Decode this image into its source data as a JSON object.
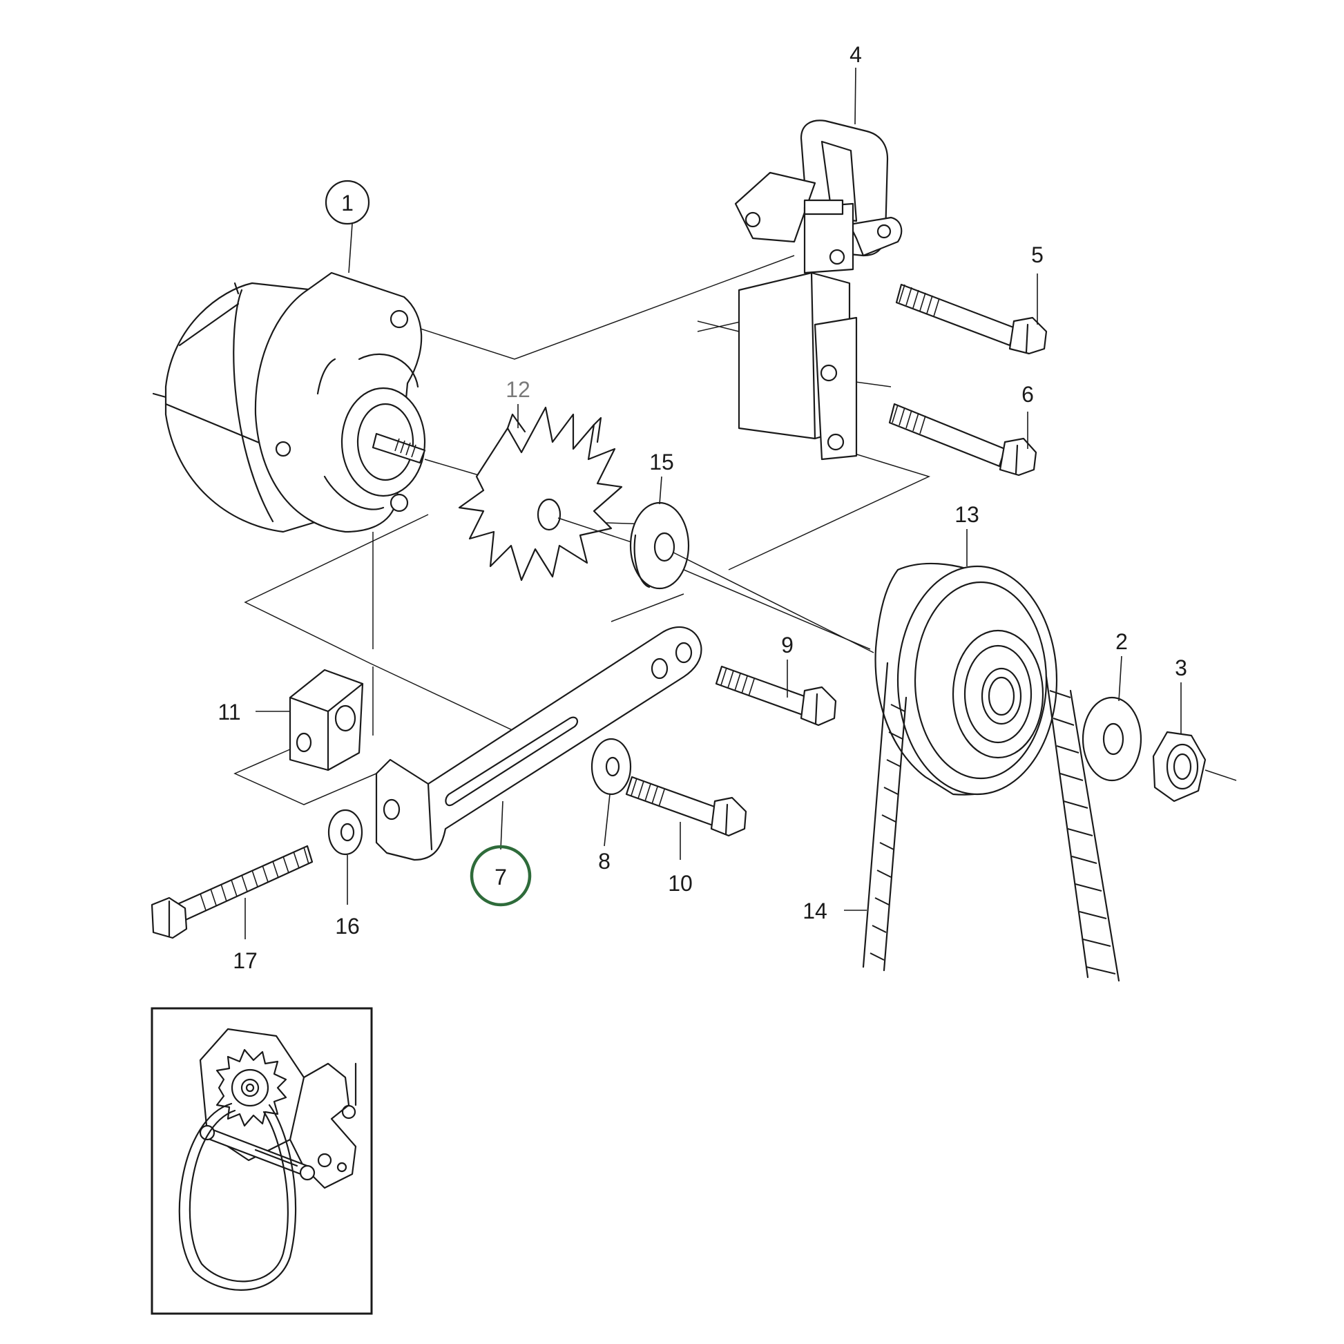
{
  "diagram": {
    "callouts": [
      {
        "id": "c1",
        "text": "1"
      },
      {
        "id": "c2",
        "text": "2"
      },
      {
        "id": "c3",
        "text": "3"
      },
      {
        "id": "c4",
        "text": "4"
      },
      {
        "id": "c5",
        "text": "5"
      },
      {
        "id": "c6",
        "text": "6"
      },
      {
        "id": "c7",
        "text": "7"
      },
      {
        "id": "c8",
        "text": "8"
      },
      {
        "id": "c9",
        "text": "9"
      },
      {
        "id": "c10",
        "text": "10"
      },
      {
        "id": "c11",
        "text": "11"
      },
      {
        "id": "c12",
        "text": "12"
      },
      {
        "id": "c13",
        "text": "13"
      },
      {
        "id": "c14",
        "text": "14"
      },
      {
        "id": "c15",
        "text": "15"
      },
      {
        "id": "c16",
        "text": "16"
      },
      {
        "id": "c17",
        "text": "17"
      }
    ],
    "highlight_color": "#2e6b3a",
    "line_color": "#1a1a1a"
  }
}
